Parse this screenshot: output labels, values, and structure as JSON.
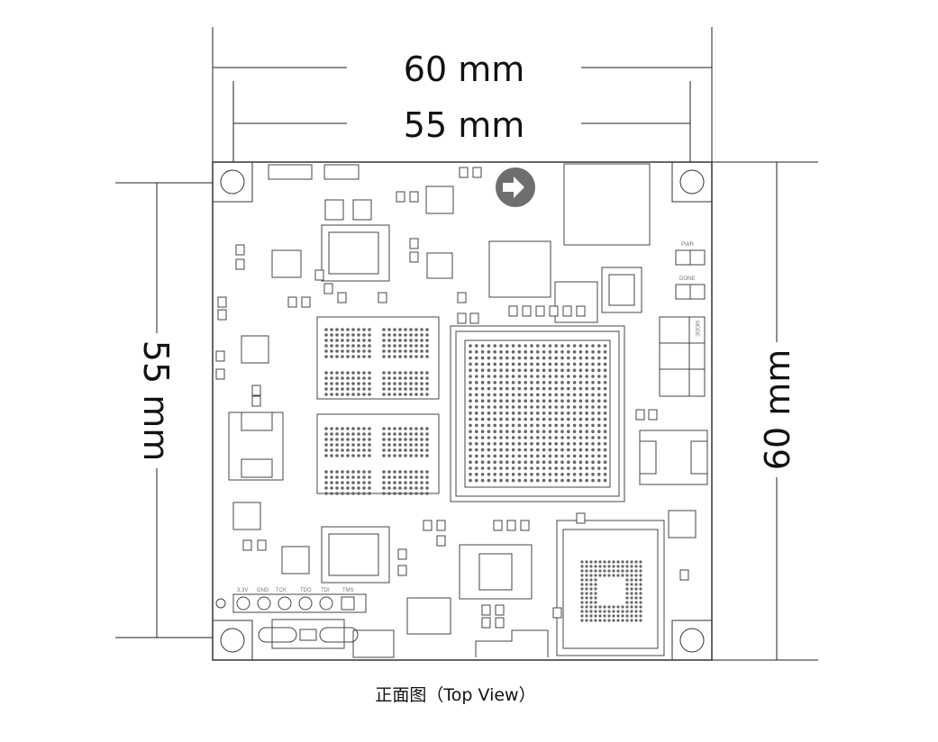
{
  "dimensions": {
    "top_outer": "60 mm",
    "top_inner": "55 mm",
    "left": "55 mm",
    "right": "60 mm"
  },
  "caption": "正面图（Top View）",
  "header_pins": [
    "3.3V",
    "GND",
    "TCK",
    "TDO",
    "TDI",
    "TMS"
  ],
  "leds": {
    "power": "PWR",
    "done": "DONE"
  },
  "mode_table_label": "MODE",
  "colors": {
    "outline": "#333333",
    "component": "#555555",
    "arrow_badge": "#6e6e6e"
  },
  "icons": {
    "orientation": "arrow-right-icon"
  }
}
